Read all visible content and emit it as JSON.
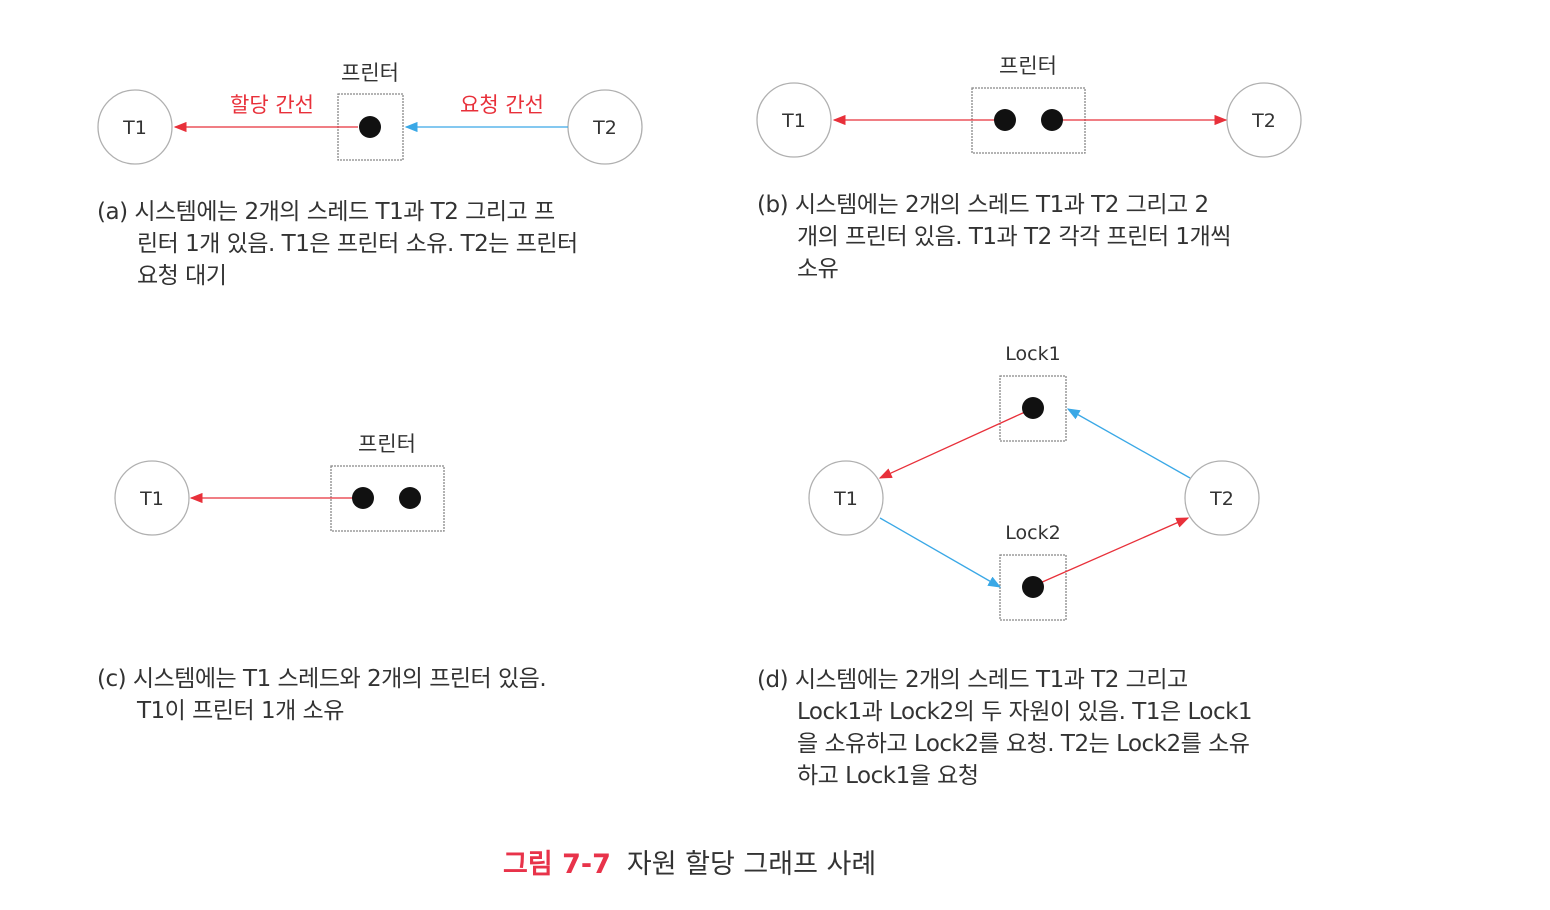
{
  "colors": {
    "allocation": "#e8303a",
    "request": "#3aa8e6",
    "node_stroke": "#b0b0b0",
    "title_accent": "#e8334a"
  },
  "panel_a": {
    "resource_label": "프린터",
    "thread1": "T1",
    "thread2": "T2",
    "allocation_edge_label": "할당 간선",
    "request_edge_label": "요청 간선",
    "caption": [
      "(a) 시스템에는 2개의 스레드 T1과 T2 그리고 프",
      "린터 1개 있음. T1은 프린터 소유. T2는 프린터",
      "요청 대기"
    ]
  },
  "panel_b": {
    "resource_label": "프린터",
    "thread1": "T1",
    "thread2": "T2",
    "caption": [
      "(b) 시스템에는 2개의 스레드 T1과 T2 그리고 2",
      "개의 프린터 있음. T1과 T2 각각 프린터 1개씩",
      "소유"
    ]
  },
  "panel_c": {
    "resource_label": "프린터",
    "thread1": "T1",
    "caption": [
      "(c) 시스템에는 T1 스레드와 2개의 프린터 있음.",
      "T1이 프린터 1개 소유"
    ]
  },
  "panel_d": {
    "lock1_label": "Lock1",
    "lock2_label": "Lock2",
    "thread1": "T1",
    "thread2": "T2",
    "caption": [
      "(d) 시스템에는 2개의 스레드 T1과 T2 그리고",
      "Lock1과 Lock2의 두 자원이 있음. T1은 Lock1",
      "을 소유하고 Lock2를 요청. T2는 Lock2를 소유",
      "하고 Lock1을 요청"
    ]
  },
  "figure_title": {
    "number": "그림 7-7",
    "text": "자원 할당 그래프 사례"
  }
}
